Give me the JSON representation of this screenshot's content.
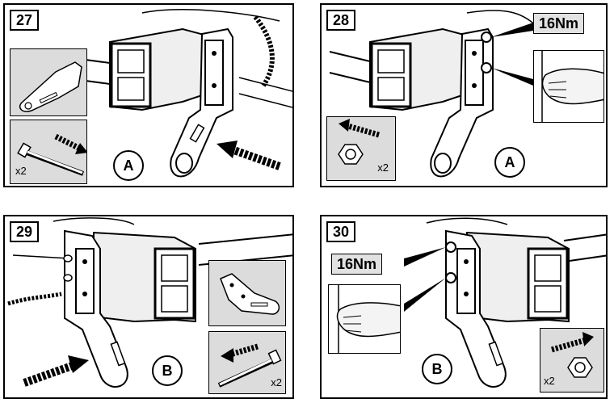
{
  "steps": [
    {
      "number": "27",
      "label": "A",
      "qty": "x2"
    },
    {
      "number": "28",
      "label": "A",
      "qty": "x2",
      "torque": "16Nm"
    },
    {
      "number": "29",
      "label": "B",
      "qty": "x2"
    },
    {
      "number": "30",
      "label": "B",
      "qty": "x2",
      "torque": "16Nm"
    }
  ],
  "icons": {
    "bracket": "bracket-icon",
    "bolt": "bolt-icon",
    "nut": "nut-icon",
    "hand": "hand-icon",
    "arrow": "arrow-icon"
  }
}
